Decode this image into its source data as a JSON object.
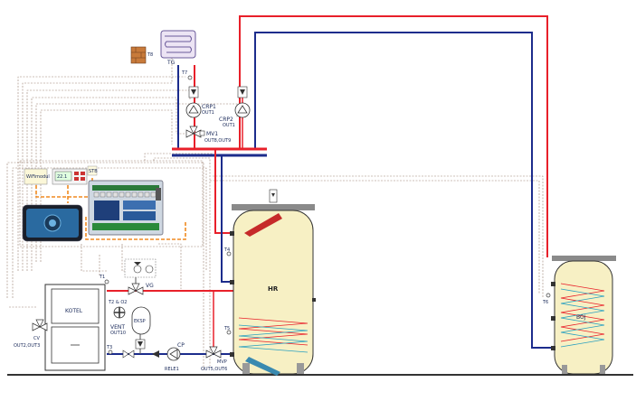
{
  "colors": {
    "hot": "#e8202a",
    "cold": "#1c2c8c",
    "tank_fill": "#f7f0c4",
    "tank_top": "#8a8a8a",
    "signal": "#f08a20",
    "wire": "#9a8070"
  },
  "labels": {
    "tg": "TG",
    "t8": "T8",
    "t7": "T7",
    "crp1": "CRP1",
    "crp1_out": "OUT1",
    "crp2": "CRP2",
    "crp2_out": "OUT1",
    "mv1": "MV1",
    "mv1_out": "OUT8,OUT9",
    "wifi": "WiFimodul",
    "thermostat": "22.1",
    "stb": "STB",
    "t4": "T4",
    "t5": "T5",
    "t1": "T1",
    "vg": "VG",
    "kotel": "KOTEL",
    "t2": "T2 & O2",
    "vent": "VENT",
    "vent_out": "OUT10",
    "eksp": "EKSP",
    "t3": "T3",
    "out2": "OUT2,OUT3",
    "cp": "CP",
    "rele": "RELE1",
    "mvp": "MVP",
    "mvp_out": "OUT5,OUT6",
    "hr": "HR",
    "t6": "T6",
    "boj": "BOJ",
    "cv": "CV"
  },
  "icons": {
    "pump": "pump-icon",
    "valve": "three-way-valve-icon",
    "sensor": "temperature-sensor-icon",
    "vent": "air-vent-icon",
    "chimney": "chimney-icon"
  }
}
